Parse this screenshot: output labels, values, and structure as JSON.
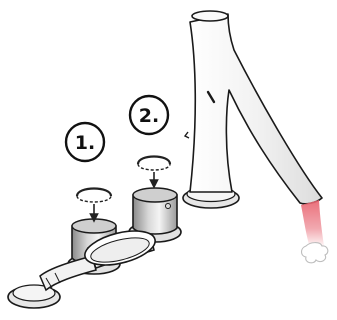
{
  "steps": [
    {
      "label": "1.",
      "control": "handle-1"
    },
    {
      "label": "2.",
      "control": "handle-2"
    }
  ],
  "colors": {
    "outline": "#1a1a1a",
    "metal_light": "#e8e8e8",
    "metal_mid": "#b8b8b8",
    "metal_dark": "#7a7a7a",
    "rotation_arrow": "#222222",
    "water_warm": "#e8828a"
  },
  "icons": {
    "rotate": "rotate-arrow-icon"
  }
}
